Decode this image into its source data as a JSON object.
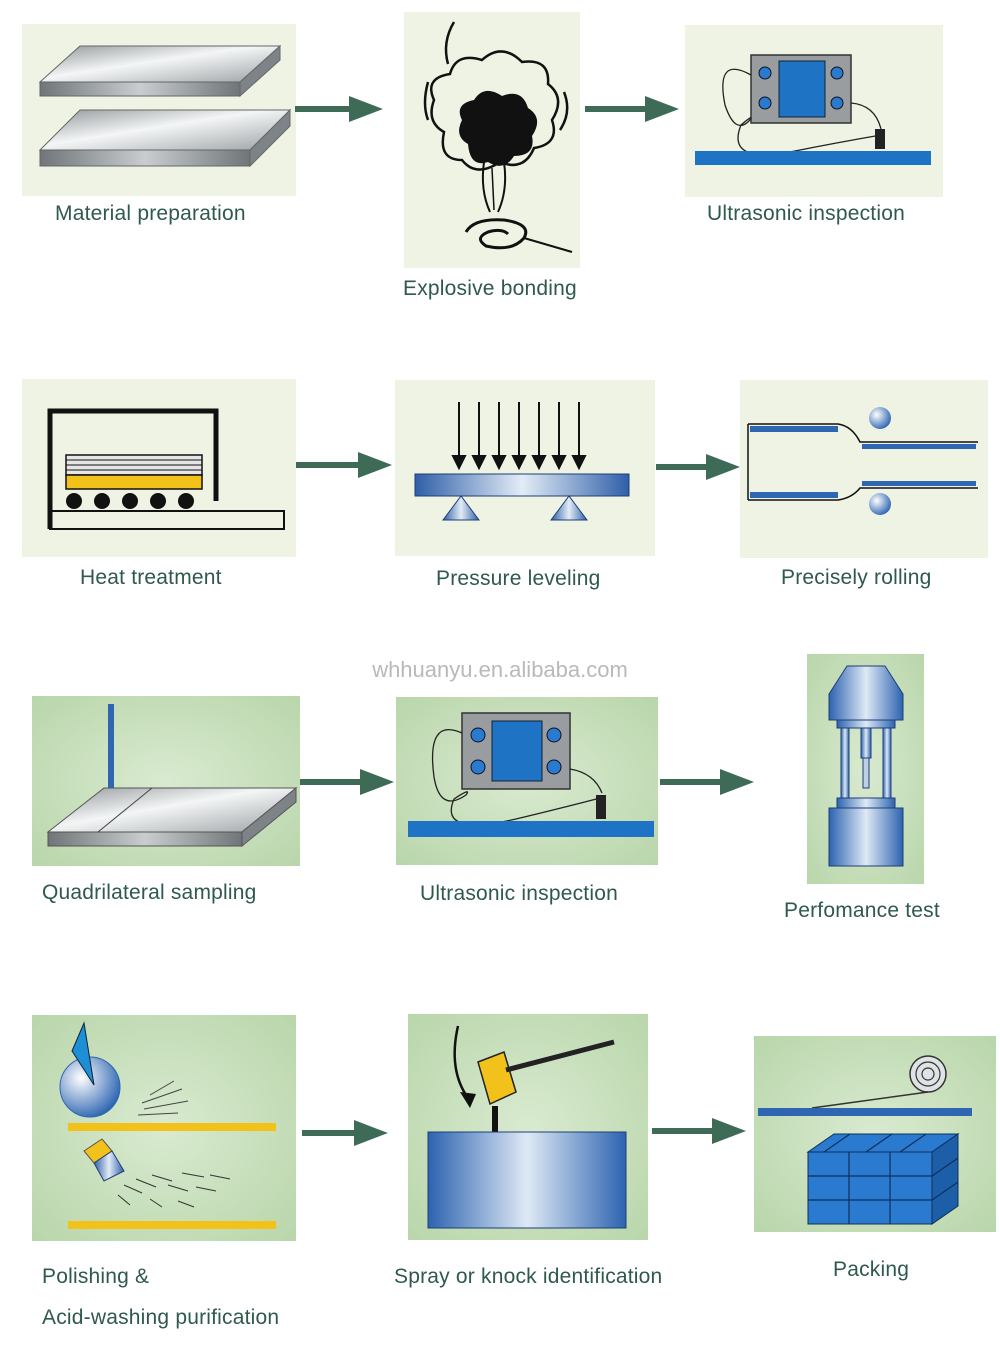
{
  "watermark": "whhuanyu.en.alibaba.com",
  "colors": {
    "panel_bg": "#eef3e4",
    "panel_bg_green": "#cfe3c2",
    "label": "#2f5a4a",
    "arrow": "#3e6b55",
    "blue": "#1f73c4",
    "yellow": "#f2c21a"
  },
  "steps": [
    {
      "label": "Material preparation",
      "icon": "metal-plates-icon"
    },
    {
      "label": "Explosive bonding",
      "icon": "explosion-icon"
    },
    {
      "label": "Ultrasonic inspection",
      "icon": "ultrasonic-probe-icon"
    },
    {
      "label": "Heat treatment",
      "icon": "furnace-icon"
    },
    {
      "label": "Pressure leveling",
      "icon": "press-icon"
    },
    {
      "label": "Precisely rolling",
      "icon": "rolling-icon"
    },
    {
      "label": "Quadrilateral sampling",
      "icon": "sampling-icon"
    },
    {
      "label": "Ultrasonic inspection",
      "icon": "ultrasonic-probe-icon"
    },
    {
      "label": "Perfomance test",
      "icon": "tensile-tester-icon"
    },
    {
      "label": "Polishing &",
      "label2": "Acid-washing purification",
      "icon": "polishing-icon"
    },
    {
      "label": "Spray or knock identification",
      "icon": "hammer-stamp-icon"
    },
    {
      "label": "Packing",
      "icon": "packing-crates-icon"
    }
  ]
}
